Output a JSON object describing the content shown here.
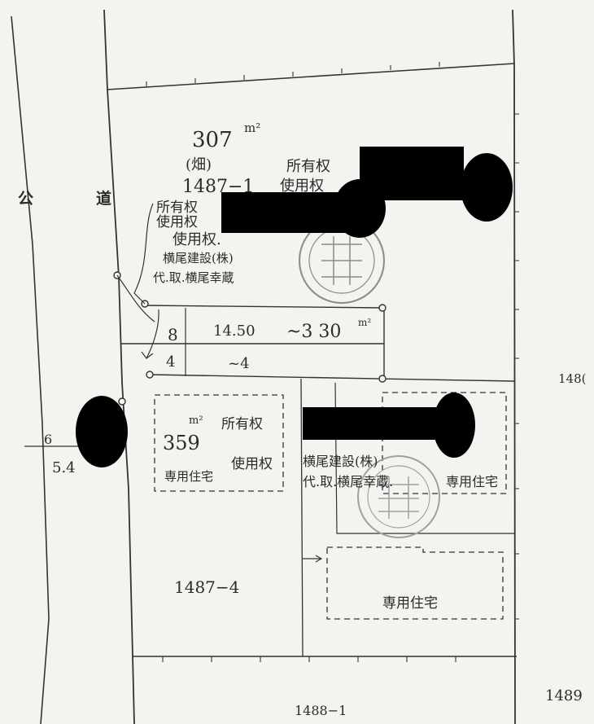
{
  "road": {
    "label_1": "公",
    "label_2": "道"
  },
  "upper_parcel": {
    "area": "307",
    "area_unit": "m²",
    "land_type": "(畑)",
    "lot_number": "1487−1",
    "owner_label": "所有权",
    "usage_label": "使用权"
  },
  "left_note": {
    "line1": "所有权",
    "line2": "使用权",
    "line3": "使用权.",
    "line4": "横尾建設(株)",
    "line5": "代.取.横尾幸蔵"
  },
  "strip": {
    "width_mark_1": "8",
    "width_mark_2": "4",
    "length": "14.50",
    "area": "~3 30",
    "area_unit": "m²",
    "mark_lower": "~4"
  },
  "middle_building": {
    "area_unit": "m²",
    "owner_label": "所有权",
    "area": "359",
    "usage_label": "使用权",
    "building_label": "専用住宅"
  },
  "right_note": {
    "line1": "横尾建設(株)",
    "line2": "代.取.横尾幸蔵.",
    "line3": "専用住宅"
  },
  "left_marker": {
    "text_1": "5.4",
    "text_2": "6"
  },
  "lower_parcel": {
    "lot_number": "1487−4"
  },
  "lower_right_building": {
    "label": "専用住宅"
  },
  "neighbor_lots": {
    "right": "148(",
    "bottom_right": "1489",
    "bottom": "1488−1"
  }
}
